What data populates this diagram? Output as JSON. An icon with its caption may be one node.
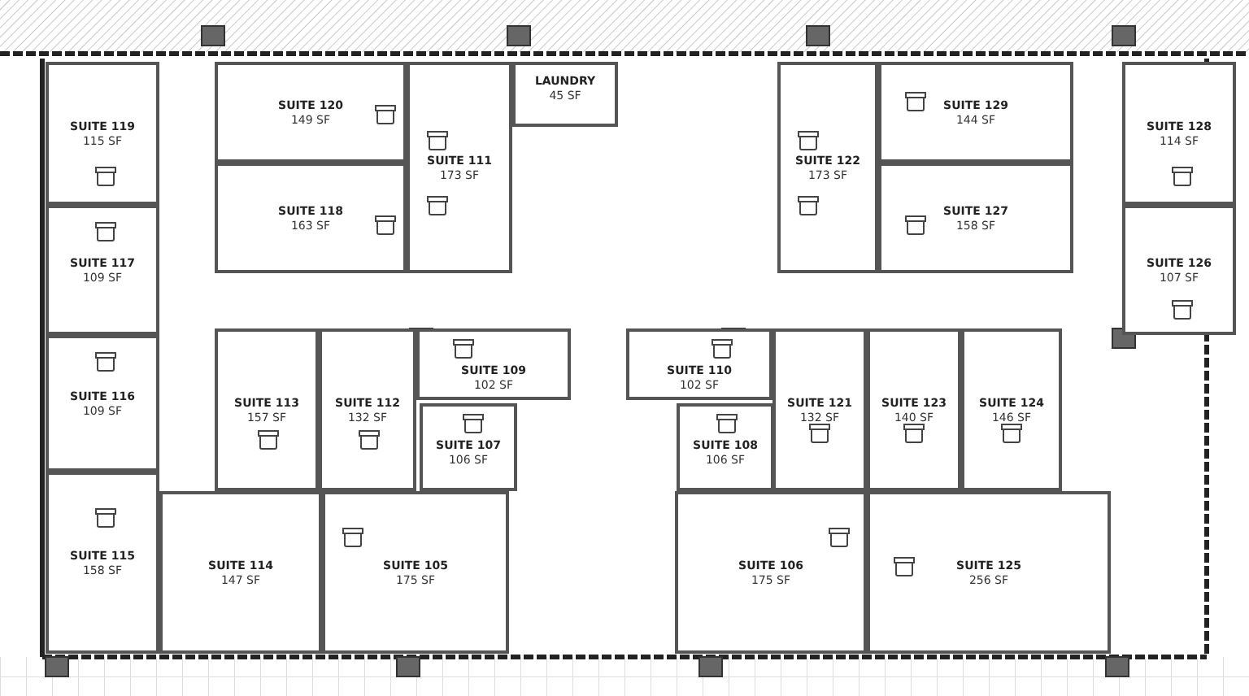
{
  "diagram": {
    "nodes": [
      {
        "text": [
          "SUITE 119",
          "115 SF"
        ]
      },
      {
        "text": [
          "SUITE 120",
          "149 SF"
        ]
      },
      {
        "text": [
          "LAUNDRY",
          "45 SF"
        ]
      },
      {
        "text": [
          "SUITE 129",
          "144 SF"
        ]
      },
      {
        "text": [
          "SUITE 128",
          "114 SF"
        ]
      },
      {
        "text": [
          "SUITE 111",
          "173 SF"
        ]
      },
      {
        "text": [
          "SUITE 122",
          "173 SF"
        ]
      },
      {
        "text": [
          "SUITE 118",
          "163 SF"
        ]
      },
      {
        "text": [
          "SUITE 127",
          "158 SF"
        ]
      },
      {
        "text": [
          "SUITE 126",
          "107 SF"
        ]
      },
      {
        "text": [
          "SUITE 117",
          "109 SF"
        ]
      },
      {
        "text": [
          "SUITE 113",
          "157 SF"
        ]
      },
      {
        "text": [
          "SUITE 112",
          "132 SF"
        ]
      },
      {
        "text": [
          "SUITE 109",
          "102 SF"
        ]
      },
      {
        "text": [
          "SUITE 110",
          "102 SF"
        ]
      },
      {
        "text": [
          "SUITE 121",
          "132 SF"
        ]
      },
      {
        "text": [
          "SUITE 123",
          "140 SF"
        ]
      },
      {
        "text": [
          "SUITE 124",
          "146 SF"
        ]
      },
      {
        "text": [
          "SUITE 116",
          "109 SF"
        ]
      },
      {
        "text": [
          "SUITE 107",
          "106 SF"
        ]
      },
      {
        "text": [
          "SUITE 108",
          "106 SF"
        ]
      },
      {
        "text": [
          "SUITE 115",
          "158 SF"
        ]
      },
      {
        "text": [
          "SUITE 114",
          "147 SF"
        ]
      },
      {
        "text": [
          "SUITE 105",
          "175 SF"
        ]
      },
      {
        "text": [
          "SUITE 106",
          "175 SF"
        ]
      },
      {
        "text": [
          "SUITE 125",
          "256 SF"
        ]
      }
    ]
  }
}
